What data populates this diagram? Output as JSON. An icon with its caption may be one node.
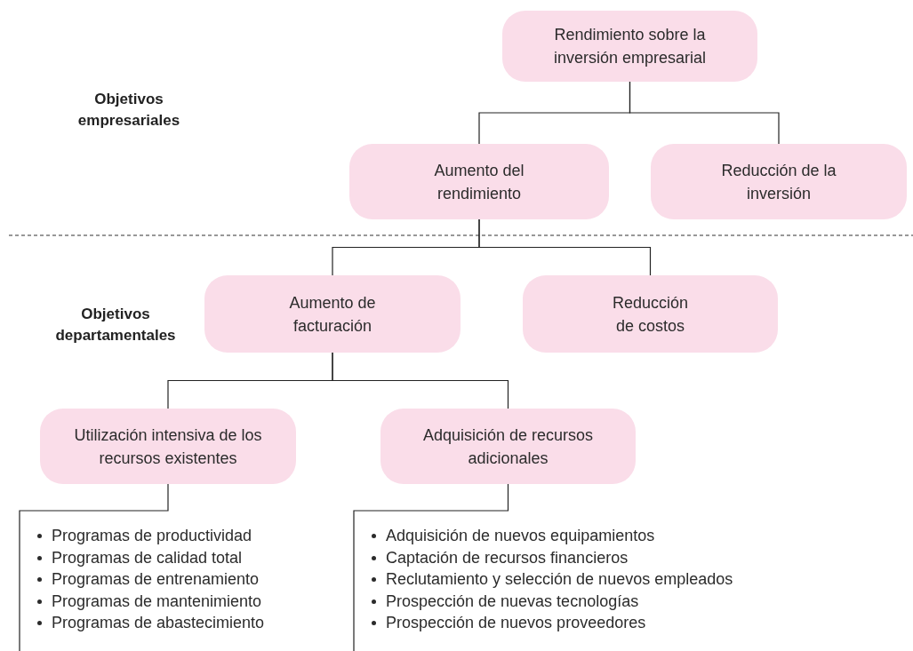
{
  "diagram": {
    "nodes": [
      {
        "text": [
          "Rendimiento sobre la inversión empresarial"
        ]
      },
      {
        "text": [
          "Aumento del rendimiento"
        ]
      },
      {
        "text": [
          "Reducción de la inversión"
        ]
      },
      {
        "text": [
          "Aumento de facturación"
        ]
      },
      {
        "text": [
          "Reducción de costos"
        ]
      },
      {
        "text": [
          "Utilización intensiva de los recursos existentes"
        ]
      },
      {
        "text": [
          "Adquisición de recursos adicionales"
        ]
      },
      {
        "text": [
          "Programas de productividad",
          "Programas de calidad total",
          "Programas de entrenamiento",
          "Programas de mantenimiento",
          "Programas de abastecimiento"
        ]
      },
      {
        "text": [
          "Adquisición de nuevos equipamientos",
          "Captación de recursos financieros",
          "Reclutamiento y selección de nuevos empleados",
          "Prospección de nuevas tecnologías",
          "Prospección de nuevos proveedores"
        ]
      }
    ],
    "edges": [
      {
        "from": 0,
        "to": 1,
        "arrow": "none"
      },
      {
        "from": 0,
        "to": 2,
        "arrow": "none"
      },
      {
        "from": 1,
        "to": 3,
        "arrow": "none"
      },
      {
        "from": 1,
        "to": 4,
        "arrow": "none"
      },
      {
        "from": 3,
        "to": 5,
        "arrow": "none"
      },
      {
        "from": 3,
        "to": 6,
        "arrow": "none"
      },
      {
        "from": 5,
        "to": 7,
        "arrow": "none"
      },
      {
        "from": 6,
        "to": 8,
        "arrow": "none"
      }
    ],
    "labels": [
      "Objetivos empresariales",
      "Objetivos departamentales"
    ]
  }
}
